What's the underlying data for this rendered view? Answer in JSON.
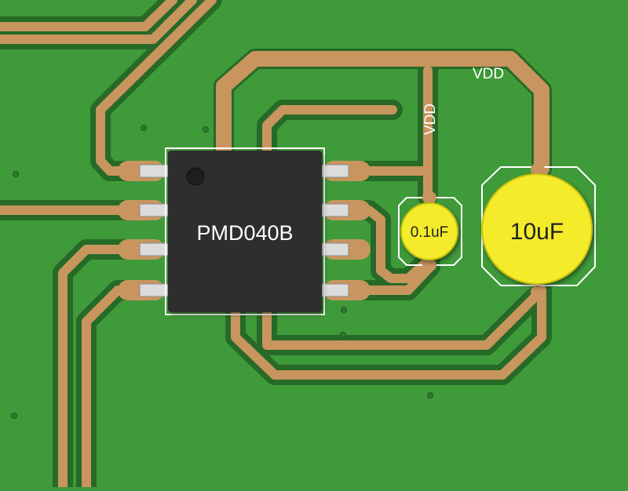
{
  "ic": {
    "label": "PMD040B"
  },
  "capacitors": {
    "small": {
      "label": "0.1uF"
    },
    "large": {
      "label": "10uF"
    }
  },
  "net_labels": {
    "vdd_horizontal": "VDD",
    "vdd_vertical": "VDD"
  },
  "colors": {
    "board_green": "#3f9a3a",
    "trace_copper": "#c8955e",
    "trace_gap": "#2a6a2a",
    "ic_body": "#2f2f2f",
    "pad_silver": "#d9d9d9",
    "cap_yellow": "#f4ec2a"
  }
}
